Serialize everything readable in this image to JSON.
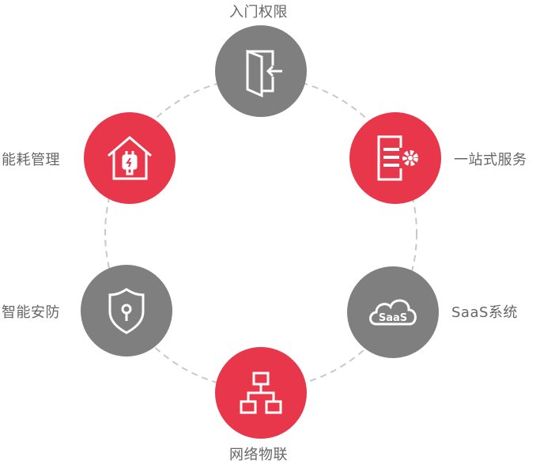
{
  "colors": {
    "red": "#e8374b",
    "gray": "#7f7f7f",
    "ring": "#c8c8c8"
  },
  "nodes": [
    {
      "label": "入门权限",
      "icon": "door-enter-icon",
      "color": "gray"
    },
    {
      "label": "一站式服务",
      "icon": "document-gear-icon",
      "color": "red"
    },
    {
      "label": "SaaS系统",
      "icon": "saas-cloud-icon",
      "color": "gray",
      "icon_text": "SaaS"
    },
    {
      "label": "网络物联",
      "icon": "network-icon",
      "color": "red"
    },
    {
      "label": "智能安防",
      "icon": "shield-lock-icon",
      "color": "gray"
    },
    {
      "label": "能耗管理",
      "icon": "house-plug-icon",
      "color": "red"
    }
  ]
}
